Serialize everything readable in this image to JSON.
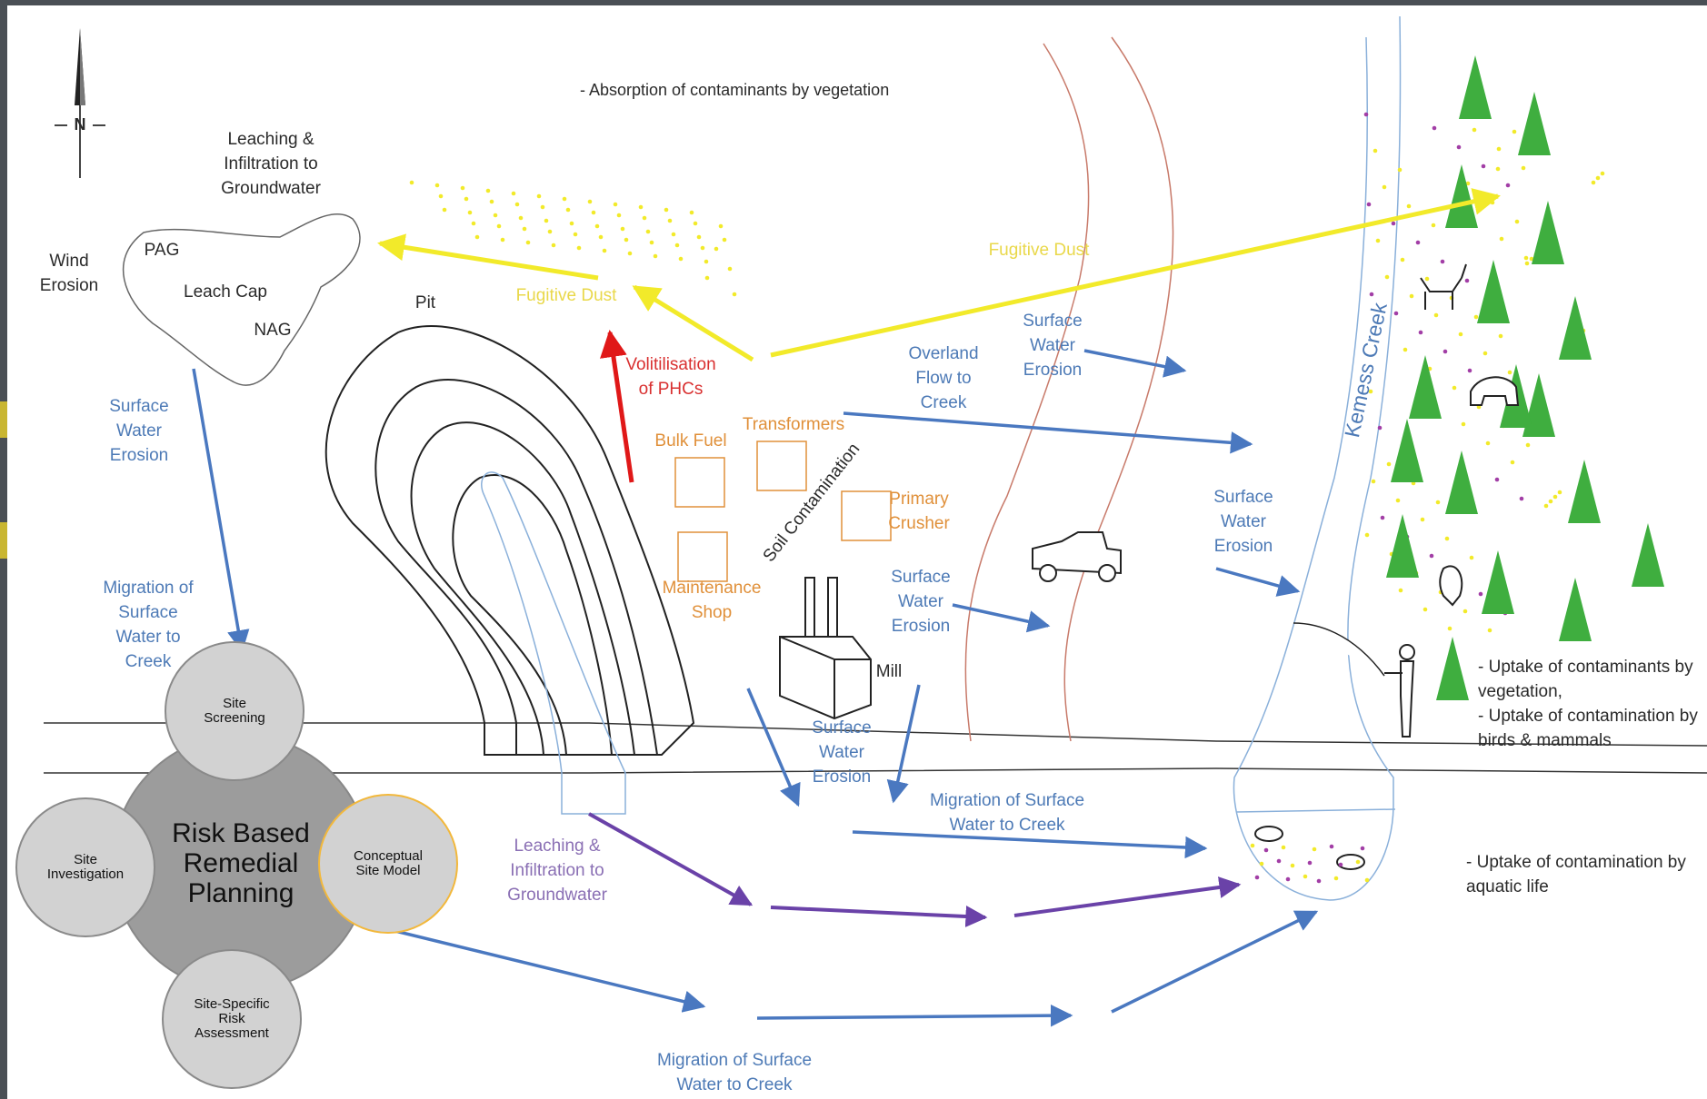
{
  "compass": {
    "label": "N"
  },
  "labels": {
    "absorption": "- Absorption of contaminants by vegetation",
    "leaching_top": "Leaching &\nInfiltration to\nGroundwater",
    "wind_erosion": "Wind\nErosion",
    "pag": "PAG",
    "leach_cap": "Leach Cap",
    "nag": "NAG",
    "pit": "Pit",
    "fugitive_dust_1": "Fugitive Dust",
    "fugitive_dust_2": "Fugitive Dust",
    "volitilisation": "Volitilisation\nof PHCs",
    "bulk_fuel": "Bulk Fuel",
    "transformers": "Transformers",
    "soil_contamination": "Soil Contamination",
    "primary_crusher": "Primary\nCrusher",
    "maintenance_shop": "Maintenance\nShop",
    "mill": "Mill",
    "overland_flow": "Overland\nFlow to\nCreek",
    "sw_erosion_top": "Surface\nWater\nErosion",
    "sw_erosion_left": "Surface\nWater\nErosion",
    "sw_erosion_mid": "Surface\nWater\nErosion",
    "sw_erosion_center": "Surface\nWater\nErosion",
    "sw_erosion_creek": "Surface\nWater\nErosion",
    "migration_left": "Migration of\nSurface\nWater to\nCreek",
    "migration_mid": "Migration of Surface\nWater to Creek",
    "migration_bottom": "Migration of Surface\nWater to Creek",
    "leaching_bottom": "Leaching &\nInfiltration to\nGroundwater",
    "kemess_creek": "Kemess Creek",
    "uptake_veg": "- Uptake of contaminants by\nvegetation,\n- Uptake of contamination by\nbirds & mammals",
    "uptake_aquatic": "- Uptake of contamination by\naquatic life"
  },
  "circles": {
    "center": "Risk Based\nRemedial\nPlanning",
    "top": "Site\nScreening",
    "left": "Site\nInvestigation",
    "right": "Conceptual\nSite Model",
    "bottom": "Site-Specific\nRisk\nAssessment"
  },
  "colors": {
    "water": "#4a78c0",
    "dust": "#f2ea2a",
    "groundwater": "#6a42a8",
    "volatile": "#e01818",
    "facility": "#e0903a",
    "tree": "#3fae3f",
    "highlight": "#f2b83c"
  }
}
